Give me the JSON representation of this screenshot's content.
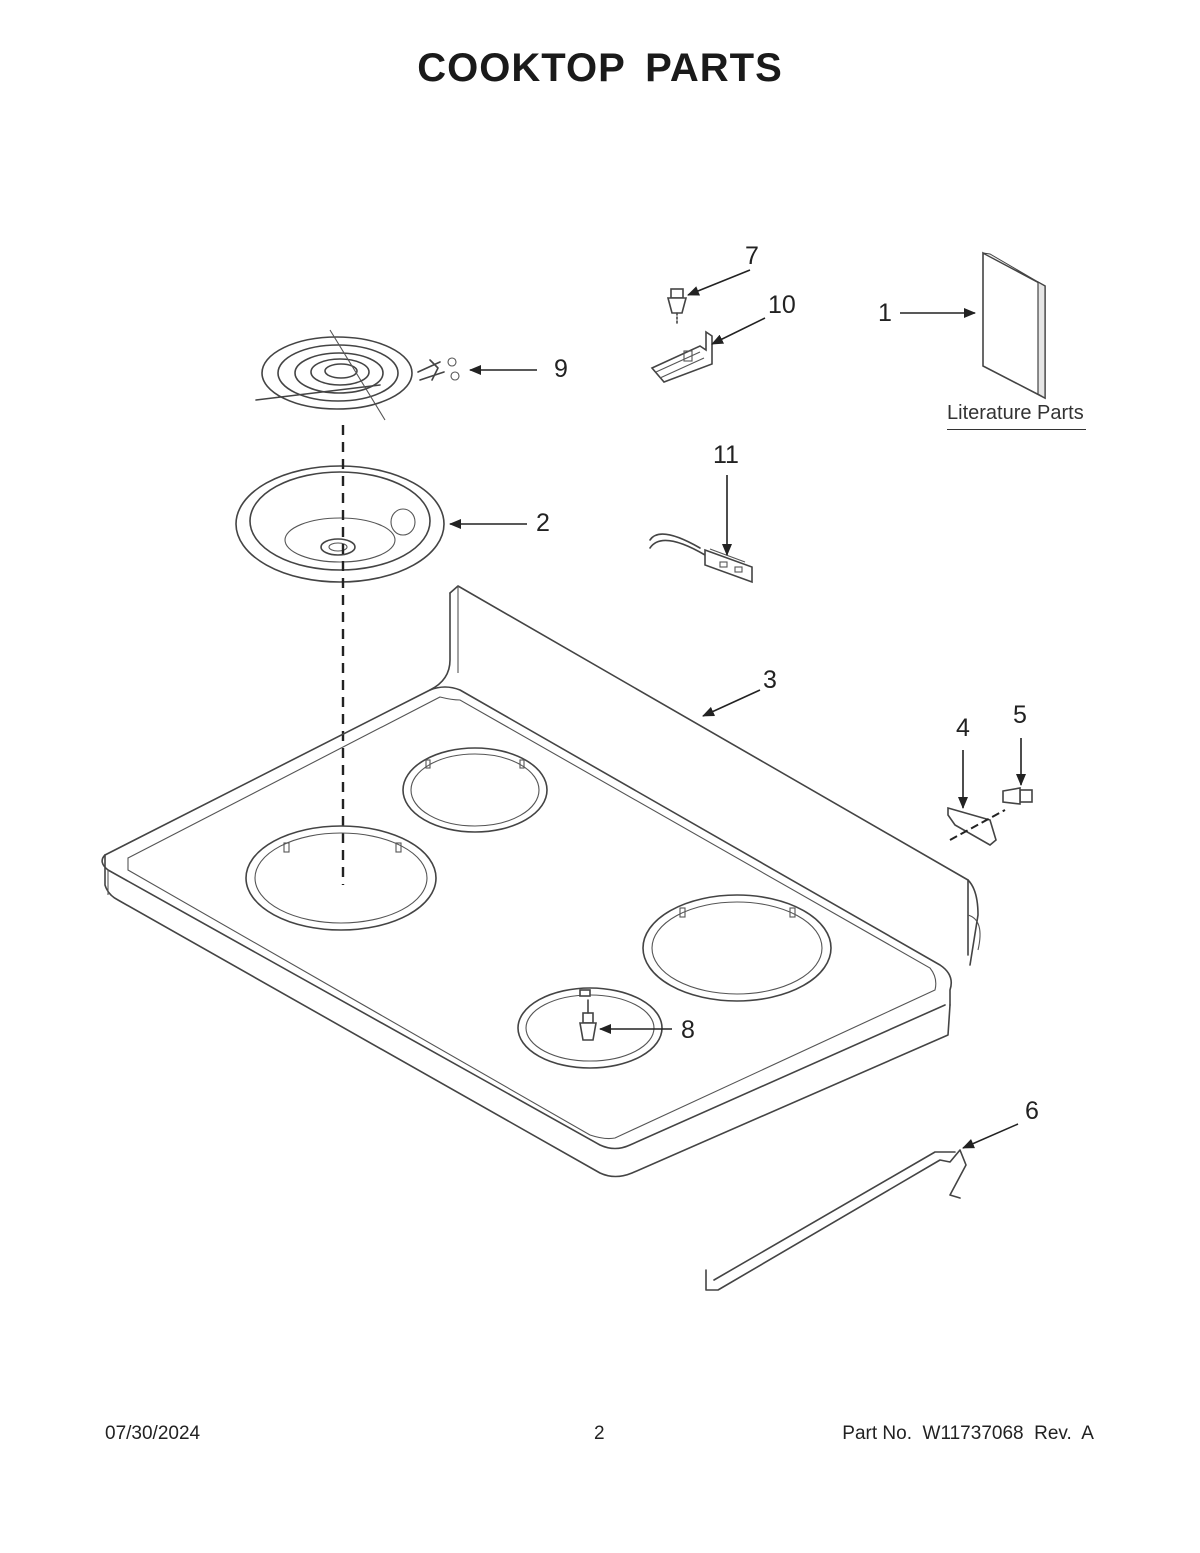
{
  "title": "COOKTOP PARTS",
  "callouts": [
    {
      "id": "1",
      "text": "1"
    },
    {
      "id": "2",
      "text": "2"
    },
    {
      "id": "3",
      "text": "3"
    },
    {
      "id": "4",
      "text": "4"
    },
    {
      "id": "5",
      "text": "5"
    },
    {
      "id": "6",
      "text": "6"
    },
    {
      "id": "7",
      "text": "7"
    },
    {
      "id": "8",
      "text": "8"
    },
    {
      "id": "9",
      "text": "9"
    },
    {
      "id": "10",
      "text": "10"
    },
    {
      "id": "11",
      "text": "11"
    }
  ],
  "literature_label": "Literature Parts",
  "footer": {
    "date": "07/30/2024",
    "page": "2",
    "part_no": "Part No.  W11737068  Rev.  A"
  }
}
